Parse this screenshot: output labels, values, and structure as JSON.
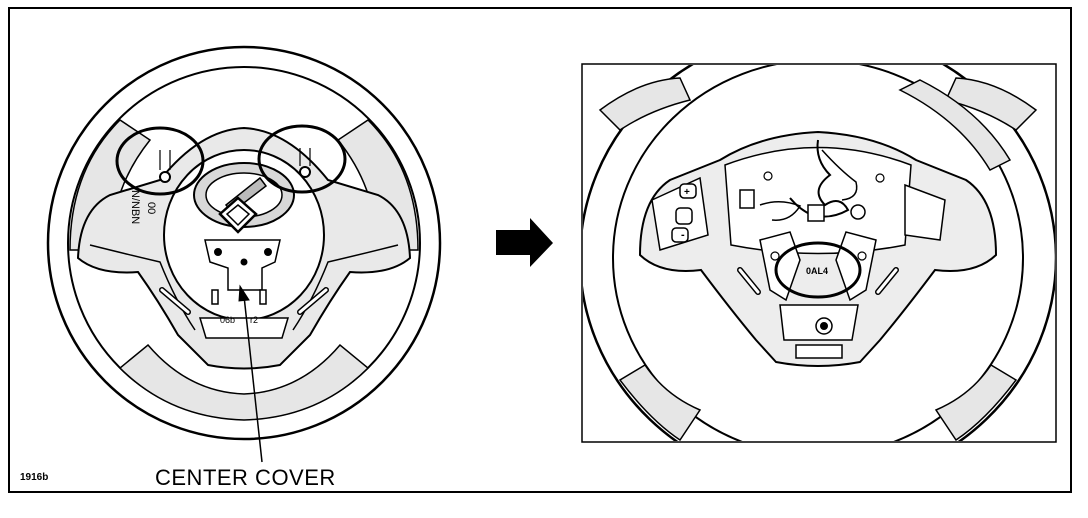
{
  "figure": {
    "id_label": "1916b",
    "callout_label": "CENTER COVER",
    "left_wheel_marks": [
      "00",
      "N/NBN",
      "06b",
      "r2"
    ],
    "right_wheel_marks": [
      "0AL4",
      "+",
      "-"
    ]
  }
}
